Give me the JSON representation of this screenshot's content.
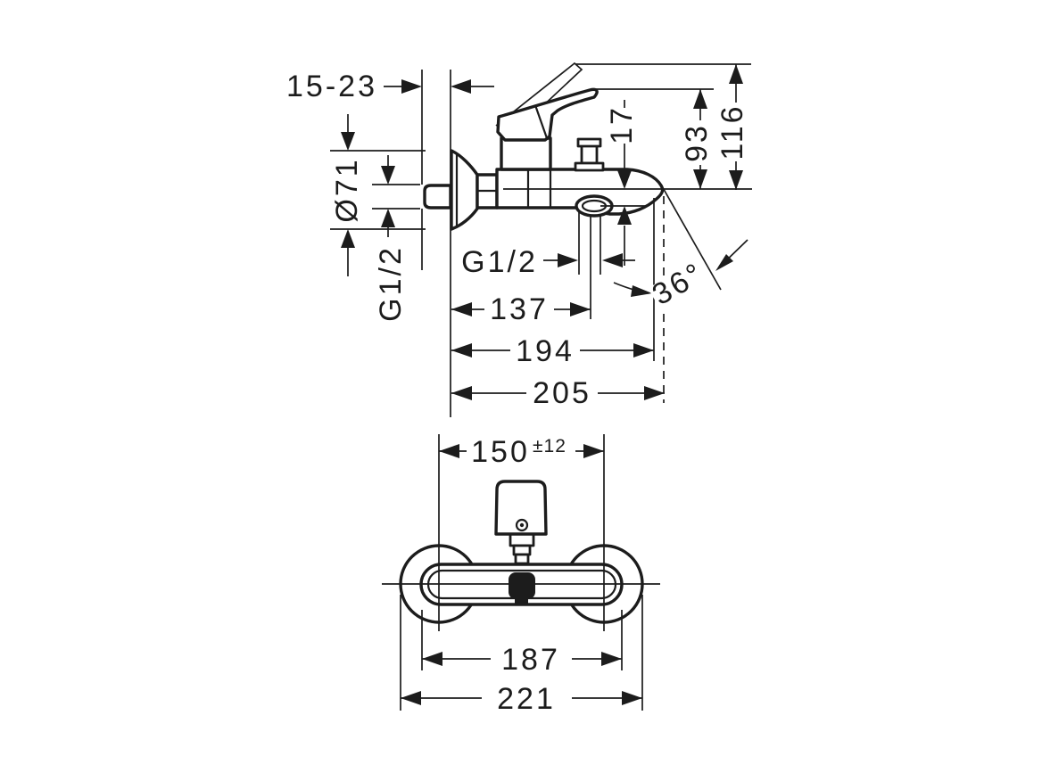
{
  "colors": {
    "background": "#ffffff",
    "ink": "#1c1c1c"
  },
  "side_view": {
    "wall_depth_range": "15-23",
    "escutcheon_diameter": "Ø71",
    "wall_connection_thread": "G1/2",
    "hose_connection_thread": "G1/2",
    "outlet_drop": "17",
    "lever_height": "93",
    "lever_raised_height": "116",
    "spout_angle": "36°",
    "wall_to_hose_outlet": "137",
    "wall_to_spout_tip": "194",
    "max_projection": "205"
  },
  "front_view": {
    "connection_centers": "150",
    "connection_tolerance": "±12",
    "body_width": "187",
    "overall_width": "221"
  }
}
